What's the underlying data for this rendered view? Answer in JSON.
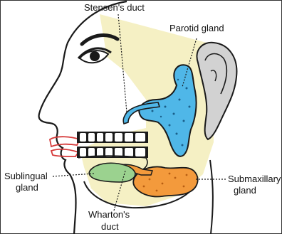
{
  "labels": {
    "stensens_duct": "Stensen's duct",
    "parotid_gland": "Parotid gland",
    "sublingual_gland_line1": "Sublingual",
    "sublingual_gland_line2": "gland",
    "submaxillary_gland_line1": "Submaxillary",
    "submaxillary_gland_line2": "gland",
    "whartons_duct_line1": "Wharton's",
    "whartons_duct_line2": "duct"
  },
  "colors": {
    "skin": "#f5f0c4",
    "parotid": "#4fb7e8",
    "submaxillary": "#f39a3c",
    "sublingual": "#9bd28f",
    "outline": "#1a1a1a",
    "lips": "#d63a3a",
    "ear_shade": "#cfcfcf"
  }
}
